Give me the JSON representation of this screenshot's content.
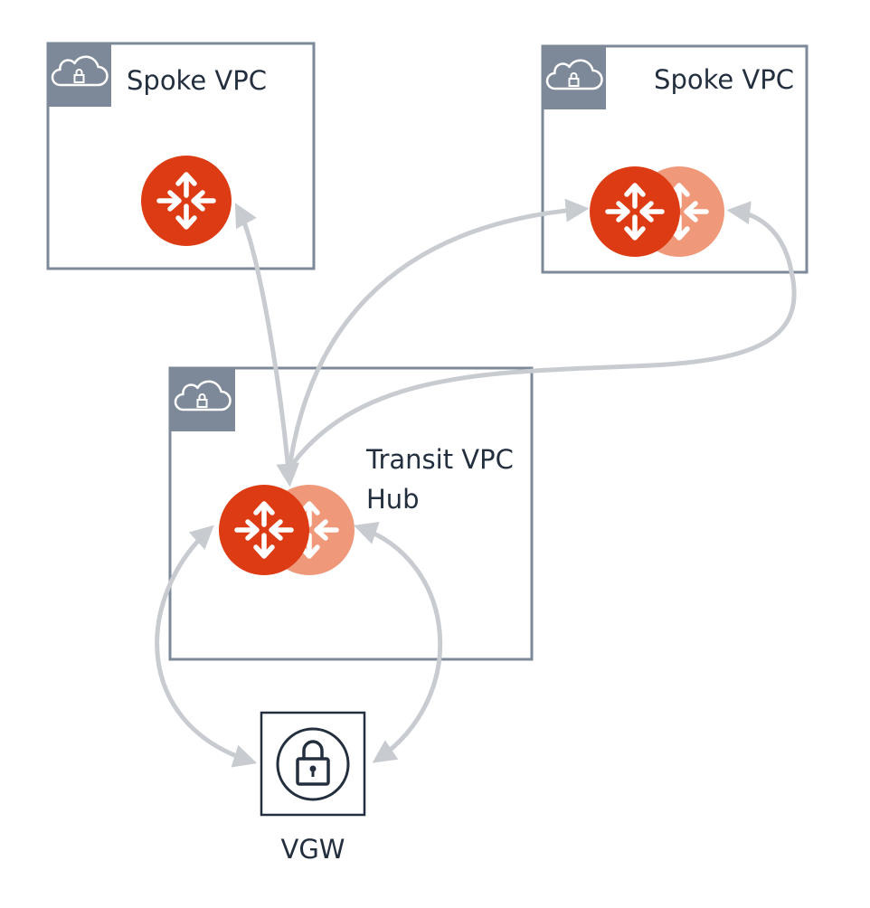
{
  "colors": {
    "vpc_border": "#7d8998",
    "vpc_header": "#7d8998",
    "router_primary": "#dd3b13",
    "router_secondary": "#f0987a",
    "connector": "#c8ccd1",
    "gateway_stroke": "#232f3e"
  },
  "vpcs": [
    {
      "label": "Spoke VPC",
      "icon": "vpc-cloud-lock-icon"
    },
    {
      "label": "Spoke VPC",
      "icon": "vpc-cloud-lock-icon"
    },
    {
      "label_line1": "Transit VPC",
      "label_line2": "Hub",
      "icon": "vpc-cloud-lock-icon"
    }
  ],
  "gateway": {
    "label": "VGW",
    "icon": "padlock-icon"
  },
  "router_icon": "router-icon"
}
